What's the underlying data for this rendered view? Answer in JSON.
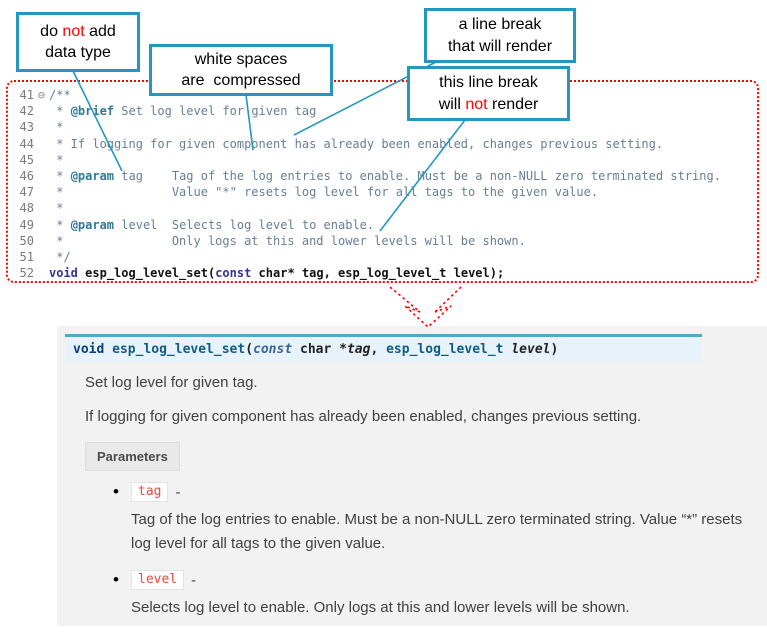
{
  "colors": {
    "callout_border": "#2596be",
    "annotation_red": "#ff0000",
    "code_comment": "#677f95",
    "code_doc_tag": "#2f7a99",
    "code_keyword": "#34349a",
    "doc_panel_bg": "#f2f2f2",
    "signature_bg": "#e7f2fa",
    "signature_top_border": "#55a5c9",
    "param_chip_text": "#e74c3c"
  },
  "callouts": [
    {
      "lines": [
        [
          {
            "t": "do "
          },
          {
            "t": "not",
            "red": true
          },
          {
            "t": " add"
          }
        ],
        [
          {
            "t": "data type"
          }
        ]
      ]
    },
    {
      "lines": [
        [
          {
            "t": "white spaces"
          }
        ],
        [
          {
            "t": "are  compressed"
          }
        ]
      ]
    },
    {
      "lines": [
        [
          {
            "t": "a line break"
          }
        ],
        [
          {
            "t": "that will render"
          }
        ]
      ]
    },
    {
      "lines": [
        [
          {
            "t": "this line break"
          }
        ],
        [
          {
            "t": "will "
          },
          {
            "t": "not",
            "red": true
          },
          {
            "t": " render"
          }
        ]
      ]
    }
  ],
  "code": {
    "lines": [
      {
        "num": "41",
        "fold": "⊖",
        "segments": [
          {
            "t": "/**",
            "c": "cmt"
          }
        ]
      },
      {
        "num": "42",
        "segments": [
          {
            "t": " * ",
            "c": "cmt"
          },
          {
            "t": "@brief",
            "c": "doctag"
          },
          {
            "t": " Set log level for given tag",
            "c": "cmt"
          }
        ]
      },
      {
        "num": "43",
        "segments": [
          {
            "t": " *",
            "c": "cmt"
          }
        ]
      },
      {
        "num": "44",
        "segments": [
          {
            "t": " * If logging for given component has already been enabled, changes previous setting.",
            "c": "cmt"
          }
        ]
      },
      {
        "num": "45",
        "segments": [
          {
            "t": " *",
            "c": "cmt"
          }
        ]
      },
      {
        "num": "46",
        "segments": [
          {
            "t": " * ",
            "c": "cmt"
          },
          {
            "t": "@param",
            "c": "doctag"
          },
          {
            "t": " tag    Tag of the log entries to enable. Must be a non-NULL zero terminated string.",
            "c": "cmt"
          }
        ]
      },
      {
        "num": "47",
        "segments": [
          {
            "t": " *               Value \"*\" resets log level for all tags to the given value.",
            "c": "cmt"
          }
        ]
      },
      {
        "num": "48",
        "segments": [
          {
            "t": " *",
            "c": "cmt"
          }
        ]
      },
      {
        "num": "49",
        "segments": [
          {
            "t": " * ",
            "c": "cmt"
          },
          {
            "t": "@param",
            "c": "doctag"
          },
          {
            "t": " level  Selects log level to enable.",
            "c": "cmt"
          }
        ]
      },
      {
        "num": "50",
        "segments": [
          {
            "t": " *               Only logs at this and lower levels will be shown.",
            "c": "cmt"
          }
        ]
      },
      {
        "num": "51",
        "segments": [
          {
            "t": " */",
            "c": "cmt"
          }
        ]
      },
      {
        "num": "52",
        "b": true,
        "segments": [
          {
            "t": "void",
            "c": "kw"
          },
          {
            "t": " ",
            "c": "plain"
          },
          {
            "t": "esp_log_level_set",
            "c": "fn"
          },
          {
            "t": "(",
            "c": "plain"
          },
          {
            "t": "const",
            "c": "kw"
          },
          {
            "t": " char* tag, esp_log_level_t level);",
            "c": "plain"
          }
        ]
      }
    ]
  },
  "doc": {
    "signature": [
      {
        "t": "void",
        "c": "skw"
      },
      {
        "t": " ",
        "c": "spn"
      },
      {
        "t": "esp_log_level_set",
        "c": "sfn"
      },
      {
        "t": "(",
        "c": "spn"
      },
      {
        "t": "const",
        "c": "skwi"
      },
      {
        "t": " char *",
        "c": "spn"
      },
      {
        "t": "tag",
        "c": "sarg"
      },
      {
        "t": ", ",
        "c": "spn"
      },
      {
        "t": "esp_log_level_t",
        "c": "sty"
      },
      {
        "t": " ",
        "c": "spn"
      },
      {
        "t": "level",
        "c": "sarg"
      },
      {
        "t": ")",
        "c": "spn"
      }
    ],
    "brief": "Set log level for given tag.",
    "details": "If logging for given component has already been enabled, changes previous setting.",
    "parameters_label": "Parameters",
    "params": [
      {
        "name": "tag",
        "dash": "-",
        "text": "Tag of the log entries to enable. Must be a non-NULL zero terminated string. Value “*” resets log level for all tags to the given value."
      },
      {
        "name": "level",
        "dash": "-",
        "text": "Selects log level to enable. Only logs at this and lower levels will be shown."
      }
    ]
  }
}
